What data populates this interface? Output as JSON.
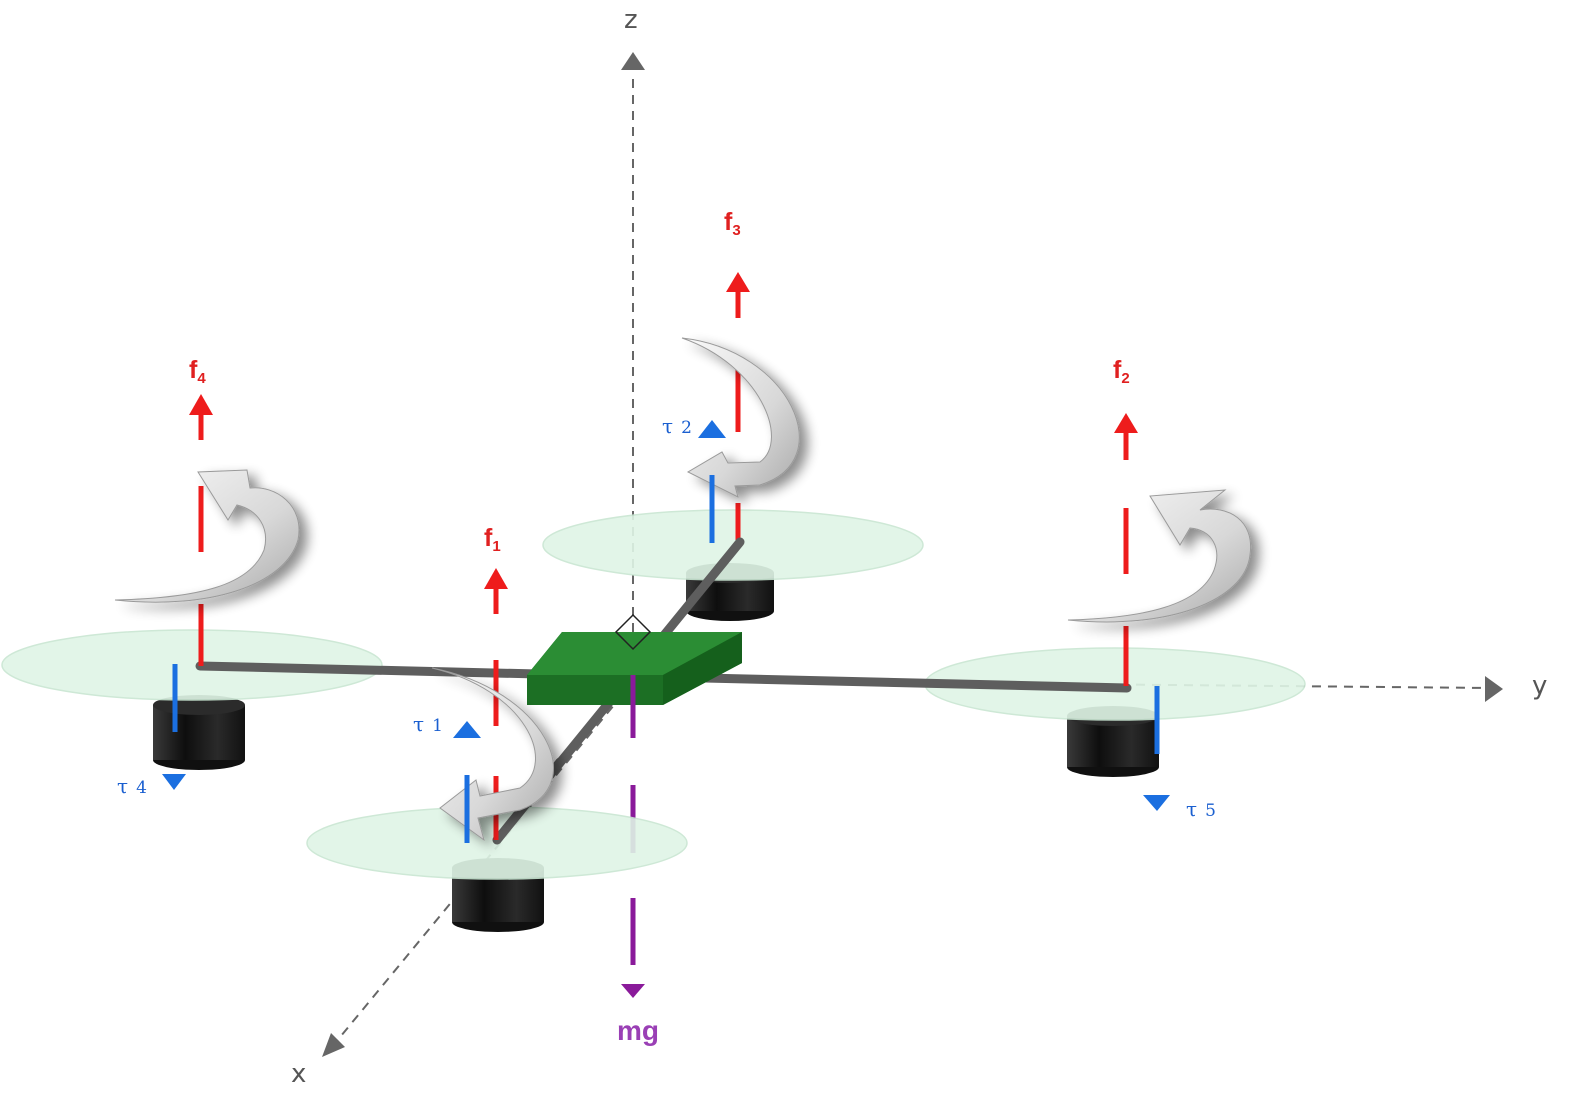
{
  "axes": {
    "x": "x",
    "y": "y",
    "z": "z"
  },
  "forces": [
    {
      "id": "f1",
      "base": "f",
      "sub": "1"
    },
    {
      "id": "f2",
      "base": "f",
      "sub": "2"
    },
    {
      "id": "f3",
      "base": "f",
      "sub": "3"
    },
    {
      "id": "f4",
      "base": "f",
      "sub": "4"
    }
  ],
  "torques": [
    {
      "id": "t1",
      "symbol": "τ",
      "index": "1",
      "direction": "up"
    },
    {
      "id": "t2",
      "symbol": "τ",
      "index": "2",
      "direction": "up"
    },
    {
      "id": "t4",
      "symbol": "τ",
      "index": "4",
      "direction": "down"
    },
    {
      "id": "t5",
      "symbol": "τ",
      "index": "5",
      "direction": "down"
    }
  ],
  "gravity": {
    "label": "mg"
  },
  "colors": {
    "thrust": "#ee1c1c",
    "torque": "#1b6fe0",
    "gravity": "#8a1a9a",
    "body": "#1f7a28",
    "arm": "#5e5e5e",
    "propeller_disc": "#dff5e6",
    "motor": "#1c1c1c",
    "axis": "#666666"
  }
}
